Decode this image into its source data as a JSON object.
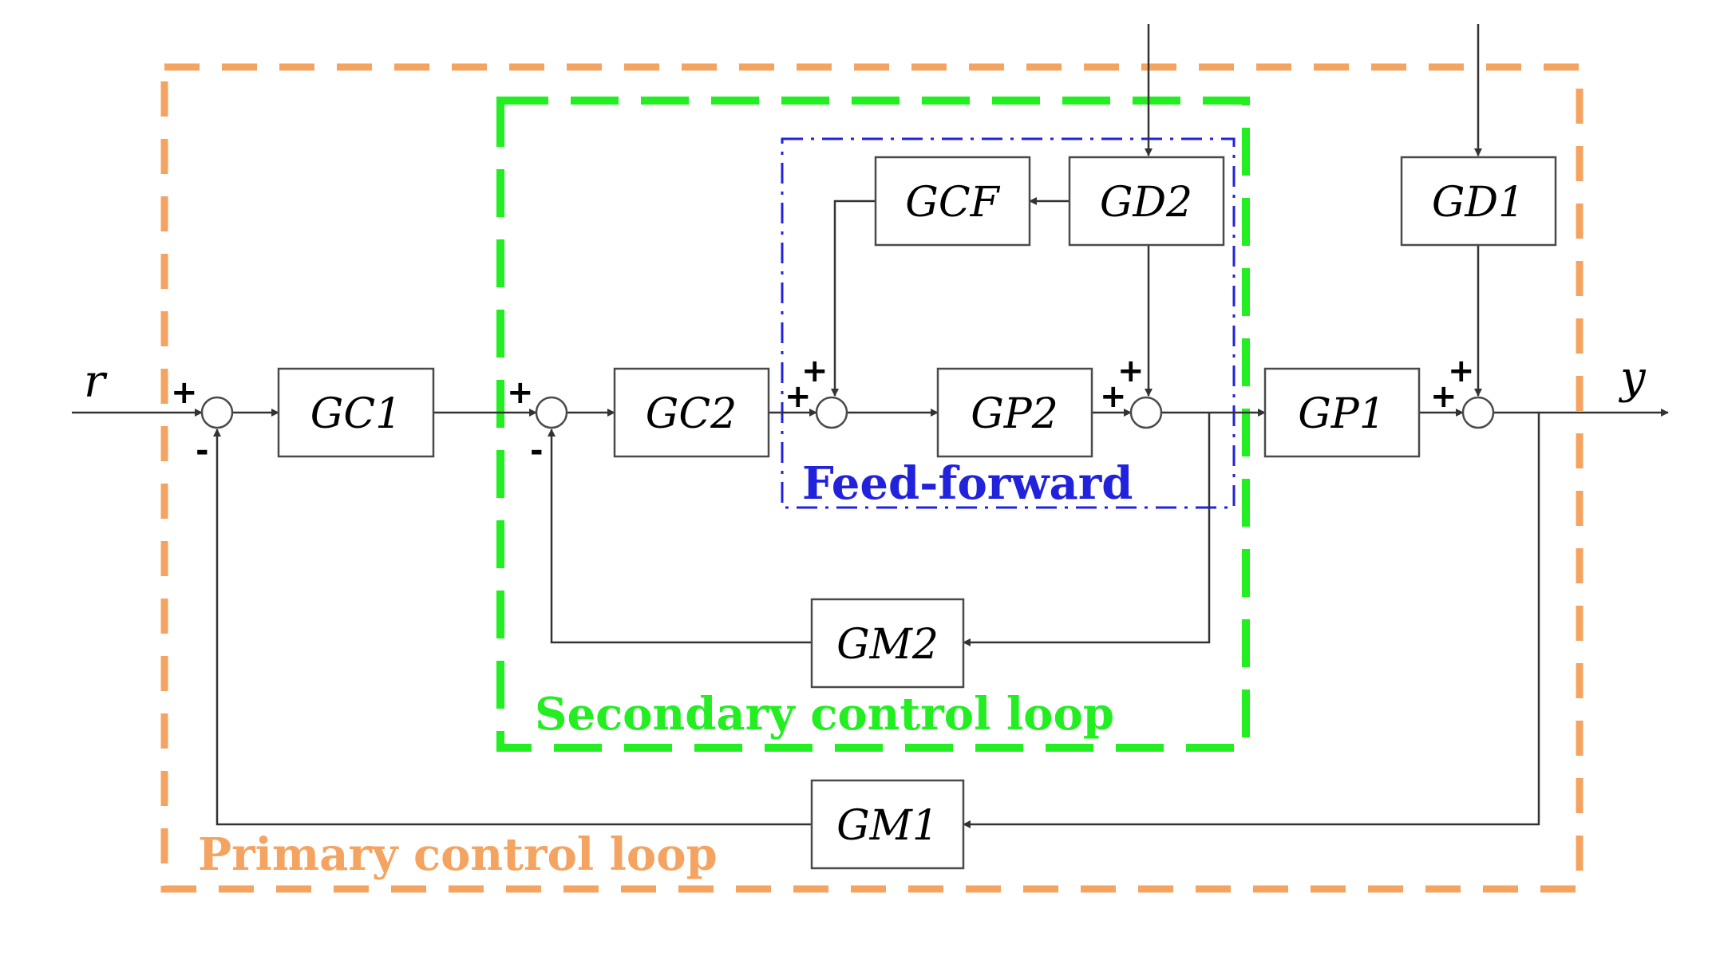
{
  "diagram": {
    "colors": {
      "primary_loop": "#f4a460",
      "secondary_loop": "#22ee22",
      "feedforward": "#2222dd",
      "line": "#333333"
    },
    "signals": {
      "input": "r",
      "output": "y"
    },
    "blocks": {
      "gc1": "GC1",
      "gc2": "GC2",
      "gp2": "GP2",
      "gp1": "GP1",
      "gcf": "GCF",
      "gd2": "GD2",
      "gd1": "GD1",
      "gm2": "GM2",
      "gm1": "GM1"
    },
    "signs": {
      "plus": "+",
      "minus": "-"
    },
    "loops": {
      "primary": "Primary control loop",
      "secondary": "Secondary control loop",
      "feedforward": "Feed-forward"
    }
  }
}
